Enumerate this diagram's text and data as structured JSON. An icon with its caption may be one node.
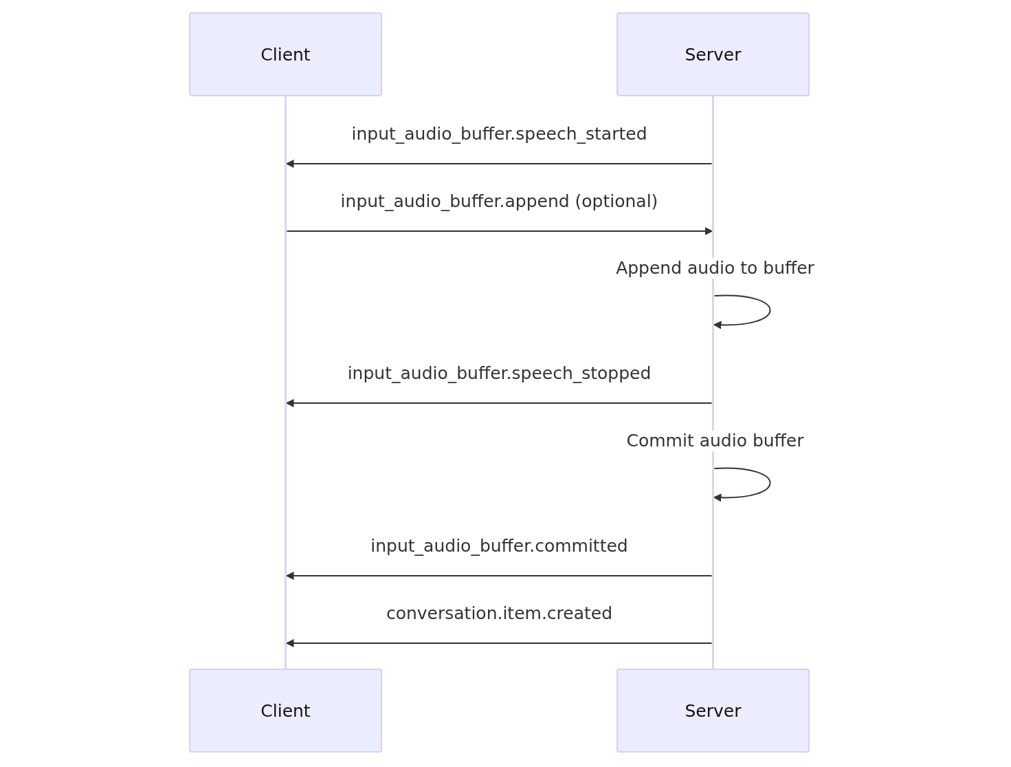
{
  "diagram": {
    "nodes": [
      {
        "text": [
          "Client"
        ]
      },
      {
        "text": [
          "Server"
        ]
      },
      {
        "text": [],
        "shape": "bar"
      },
      {
        "text": [],
        "shape": "bar"
      },
      {
        "text": [
          "Client"
        ]
      },
      {
        "text": [
          "Server"
        ]
      }
    ],
    "edges": [
      {
        "from": 3,
        "to": 2,
        "arrow": "to",
        "label": "input_audio_buffer.speech_started"
      },
      {
        "from": 2,
        "to": 3,
        "arrow": "to",
        "label": "input_audio_buffer.append (optional)"
      },
      {
        "from": 3,
        "to": 3,
        "arrow": "to",
        "label": "Append audio to buffer"
      },
      {
        "from": 3,
        "to": 2,
        "arrow": "to",
        "label": "input_audio_buffer.speech_stopped"
      },
      {
        "from": 3,
        "to": 3,
        "arrow": "to",
        "label": "Commit audio buffer"
      },
      {
        "from": 3,
        "to": 2,
        "arrow": "to",
        "label": "input_audio_buffer.committed"
      },
      {
        "from": 3,
        "to": 2,
        "arrow": "to",
        "label": "conversation.item.created"
      }
    ]
  }
}
